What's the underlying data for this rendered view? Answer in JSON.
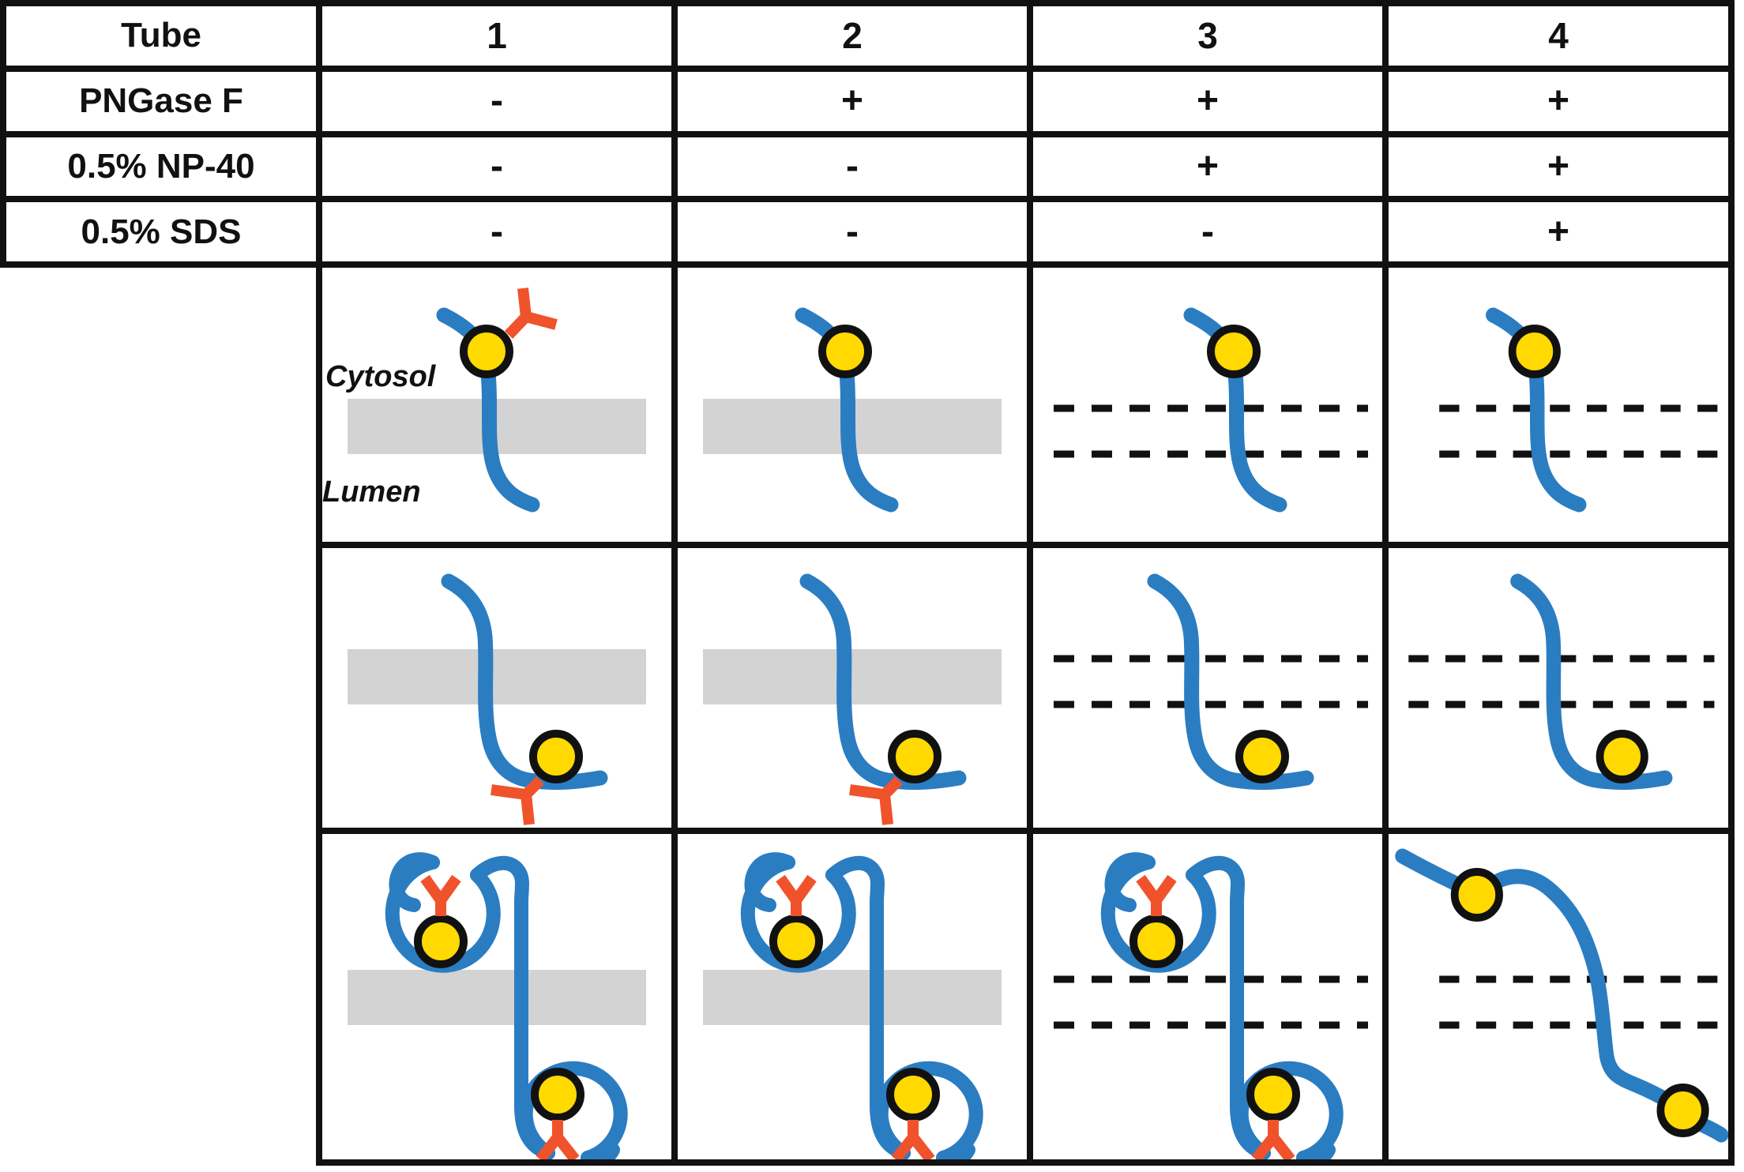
{
  "table": {
    "header_label": "Tube",
    "tubes": [
      "1",
      "2",
      "3",
      "4"
    ],
    "rows": [
      {
        "label": "PNGase F",
        "values": [
          "-",
          "+",
          "+",
          "+"
        ]
      },
      {
        "label": "0.5% NP-40",
        "values": [
          "-",
          "-",
          "+",
          "+"
        ]
      },
      {
        "label": "0.5% SDS",
        "values": [
          "-",
          "-",
          "-",
          "+"
        ]
      }
    ]
  },
  "labels": {
    "cytosol": "Cytosol",
    "lumen": "Lumen"
  },
  "colors": {
    "protein_blue": "#2b7dc2",
    "glycan_domain_yellow": "#ffd900",
    "glycan_orange": "#f0522b",
    "membrane_gray": "#d3d3d3",
    "line_black": "#111111"
  },
  "diagram": {
    "rows": [
      {
        "name": "cytosolic-glycan-protein",
        "tubes": [
          {
            "membrane": "solid",
            "glycan": true
          },
          {
            "membrane": "solid",
            "glycan": false
          },
          {
            "membrane": "dashed",
            "glycan": false
          },
          {
            "membrane": "dashed",
            "glycan": false
          }
        ]
      },
      {
        "name": "lumenal-glycan-protein",
        "tubes": [
          {
            "membrane": "solid",
            "glycan": true
          },
          {
            "membrane": "solid",
            "glycan": true
          },
          {
            "membrane": "dashed",
            "glycan": false
          },
          {
            "membrane": "dashed",
            "glycan": false
          }
        ]
      },
      {
        "name": "folded-two-glycan-protein",
        "tubes": [
          {
            "membrane": "solid",
            "glycan": true,
            "state": "folded"
          },
          {
            "membrane": "solid",
            "glycan": true,
            "state": "folded"
          },
          {
            "membrane": "dashed",
            "glycan": true,
            "state": "folded"
          },
          {
            "membrane": "dashed",
            "glycan": false,
            "state": "denatured"
          }
        ]
      }
    ]
  }
}
